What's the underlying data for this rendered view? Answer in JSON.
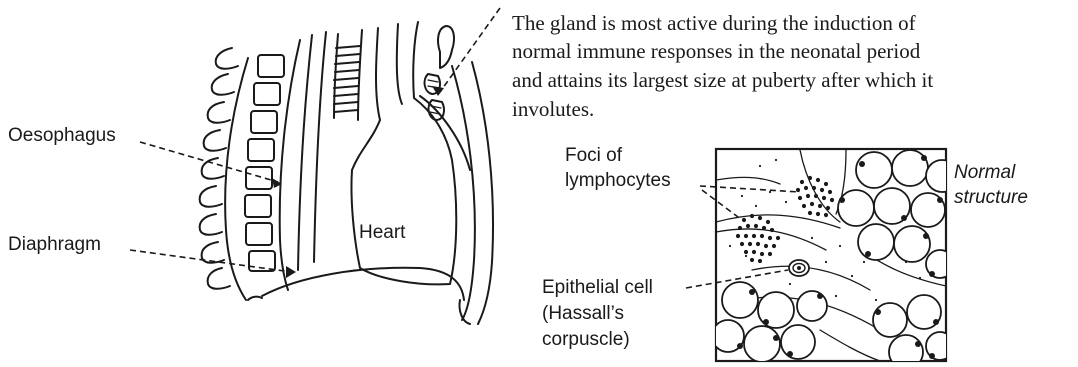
{
  "description_text": {
    "lines": [
      "The gland is most active during the induction of",
      "normal immune responses in the neonatal period",
      "and attains its largest size at puberty after which it",
      "involutes."
    ]
  },
  "anatomy_labels": {
    "oesophagus": "Oesophagus",
    "diaphragm": "Diaphragm",
    "heart": "Heart"
  },
  "histology_labels": {
    "foci_line1": "Foci of",
    "foci_line2": "lymphocytes",
    "epithelial_line1": "Epithelial cell",
    "epithelial_line2": "(Hassall’s",
    "epithelial_line3": "corpuscle)",
    "normal_line1": "Normal",
    "normal_line2": "structure"
  }
}
